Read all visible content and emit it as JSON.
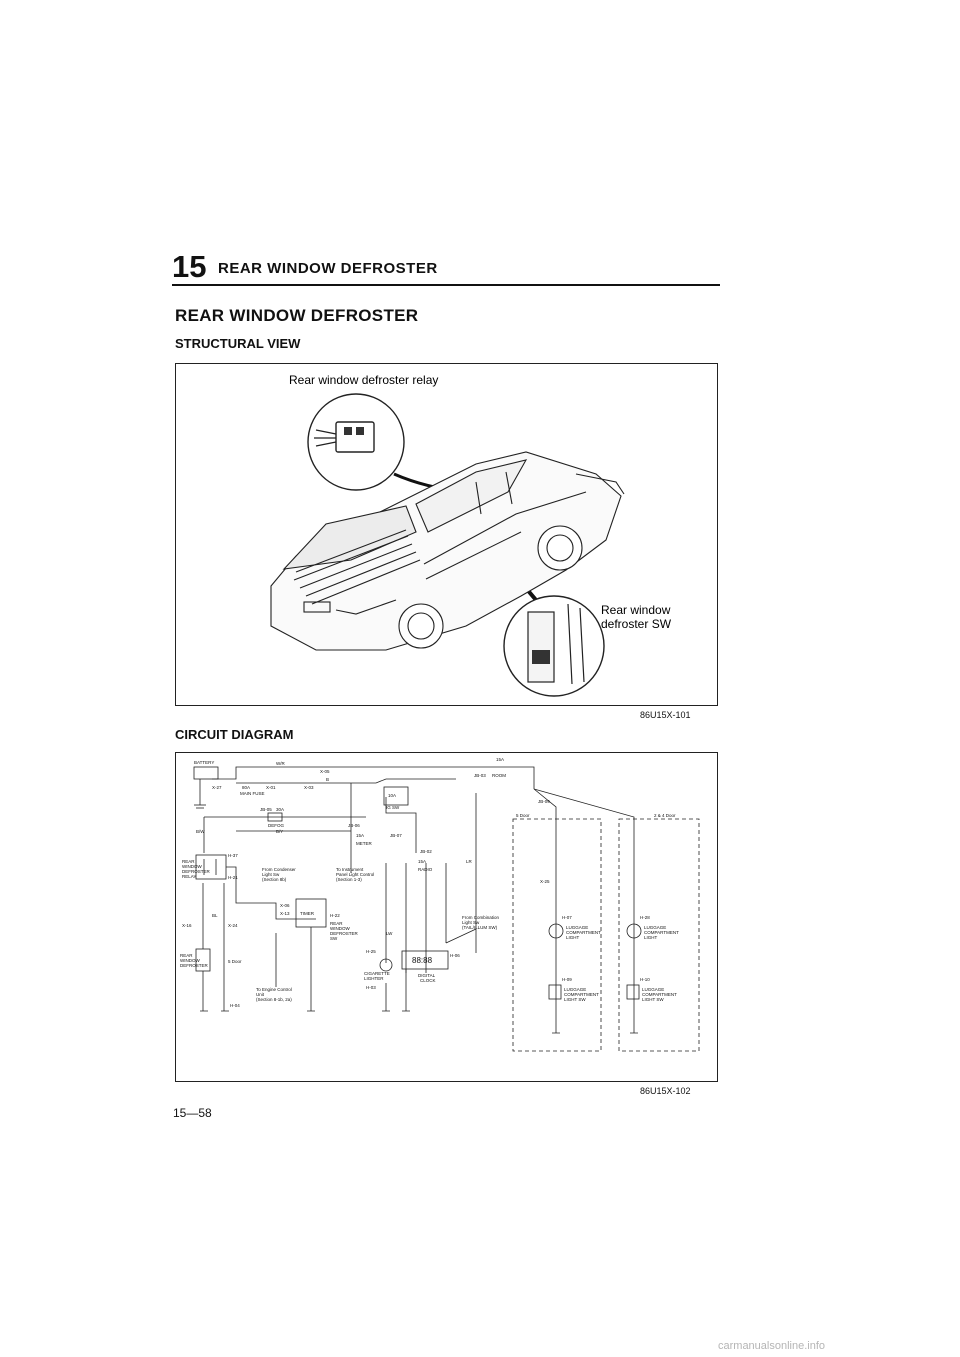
{
  "header": {
    "section_number": "15",
    "section_title": "REAR WINDOW DEFROSTER"
  },
  "page_title": "REAR WINDOW DEFROSTER",
  "structural_view": {
    "heading": "STRUCTURAL VIEW",
    "relay_label": "Rear window defroster relay",
    "switch_label_line1": "Rear window",
    "switch_label_line2": "defroster SW",
    "figure_code": "86U15X-101"
  },
  "circuit_diagram": {
    "heading": "CIRCUIT DIAGRAM",
    "figure_code": "86U15X-102",
    "labels": {
      "battery": "BATTERY",
      "main_fuse": "MAIN FUSE",
      "main_fuse_rating": "80A",
      "fuse_15a_room": "15A",
      "room": "ROOM",
      "fuse_10a": "10A",
      "fuse_30a": "30A",
      "defog": "DEFOG",
      "fuse_15a_meter": "15A",
      "meter": "METER",
      "fuse_15a_radio": "15A",
      "radio": "RADIO",
      "ig_sw": "IG SW",
      "relay_line1": "REAR",
      "relay_line2": "WINDOW",
      "relay_line3": "DEFROSTER",
      "relay_line4": "RELAY",
      "defroster_line1": "REAR",
      "defroster_line2": "WINDOW",
      "defroster_line3": "DEFROSTER",
      "from_condenser_1": "From Condenser",
      "from_condenser_2": "Light Sw",
      "from_condenser_3": "(Section 8b)",
      "to_instrument_1": "To Instrument",
      "to_instrument_2": "Panel Light Control",
      "to_instrument_3": "(Section 1-3)",
      "timer": "TIMER",
      "switch_line1": "REAR",
      "switch_line2": "WINDOW",
      "switch_line3": "DEFROSTER",
      "switch_line4": "SW",
      "to_engine_1": "To Engine Control",
      "to_engine_2": "Unit",
      "to_engine_3": "(Section 8-1b, 2a)",
      "cigarette_1": "CIGARETTE",
      "cigarette_2": "LIGHTER",
      "digital_1": "DIGITAL",
      "digital_2": "CLOCK",
      "from_combination_1": "From Combination",
      "from_combination_2": "Light Sw",
      "from_combination_3": "(TAIL/ILLUM SW)",
      "door_5": "5 Door",
      "door_24": "2 & 4 Door",
      "luggage_light_1": "LUGGAGE",
      "luggage_light_2": "COMPARTMENT",
      "luggage_light_3": "LIGHT",
      "luggage_sw_1": "LUGGAGE",
      "luggage_sw_2": "COMPARTMENT",
      "luggage_sw_3": "LIGHT SW",
      "luggage_light_b1": "LUGGAGE",
      "luggage_light_b2": "COMPARTMENT",
      "luggage_light_b3": "LIGHT",
      "luggage_sw_b1": "LUGGAGE",
      "luggage_sw_b2": "COMPARTMENT",
      "luggage_sw_b3": "LIGHT SW",
      "wire_wr": "W/R",
      "wire_b": "B",
      "wire_bw": "B/W",
      "wire_br": "B/Y",
      "wire_bl": "BL",
      "wire_lr": "LR",
      "wire_lw": "LW",
      "conn_x27": "X-27",
      "conn_x01": "X-01",
      "conn_x03": "X-03",
      "conn_x05": "X-05",
      "conn_jb05": "JB-05",
      "conn_jb03": "JB-03",
      "conn_jb06": "JB-06",
      "conn_jb07": "JB-07",
      "conn_jb02": "JB-02",
      "conn_jb09": "JB-09",
      "conn_h37": "H-37",
      "conn_h21": "H-21",
      "conn_h22": "H-22",
      "conn_h04": "H-04",
      "conn_h25": "H-25",
      "conn_h03": "H-03",
      "conn_h06": "H-06",
      "conn_x13": "X-13",
      "conn_x06": "X-06",
      "conn_x24": "X-24",
      "conn_x16": "X-16",
      "conn_x25": "X-25",
      "conn_h07": "H-07",
      "conn_h09": "H-09",
      "conn_h28": "H-28",
      "conn_h10": "H-10",
      "digits": "88:88"
    }
  },
  "page_number": "15—58",
  "watermark": "carmanualsonline.info"
}
